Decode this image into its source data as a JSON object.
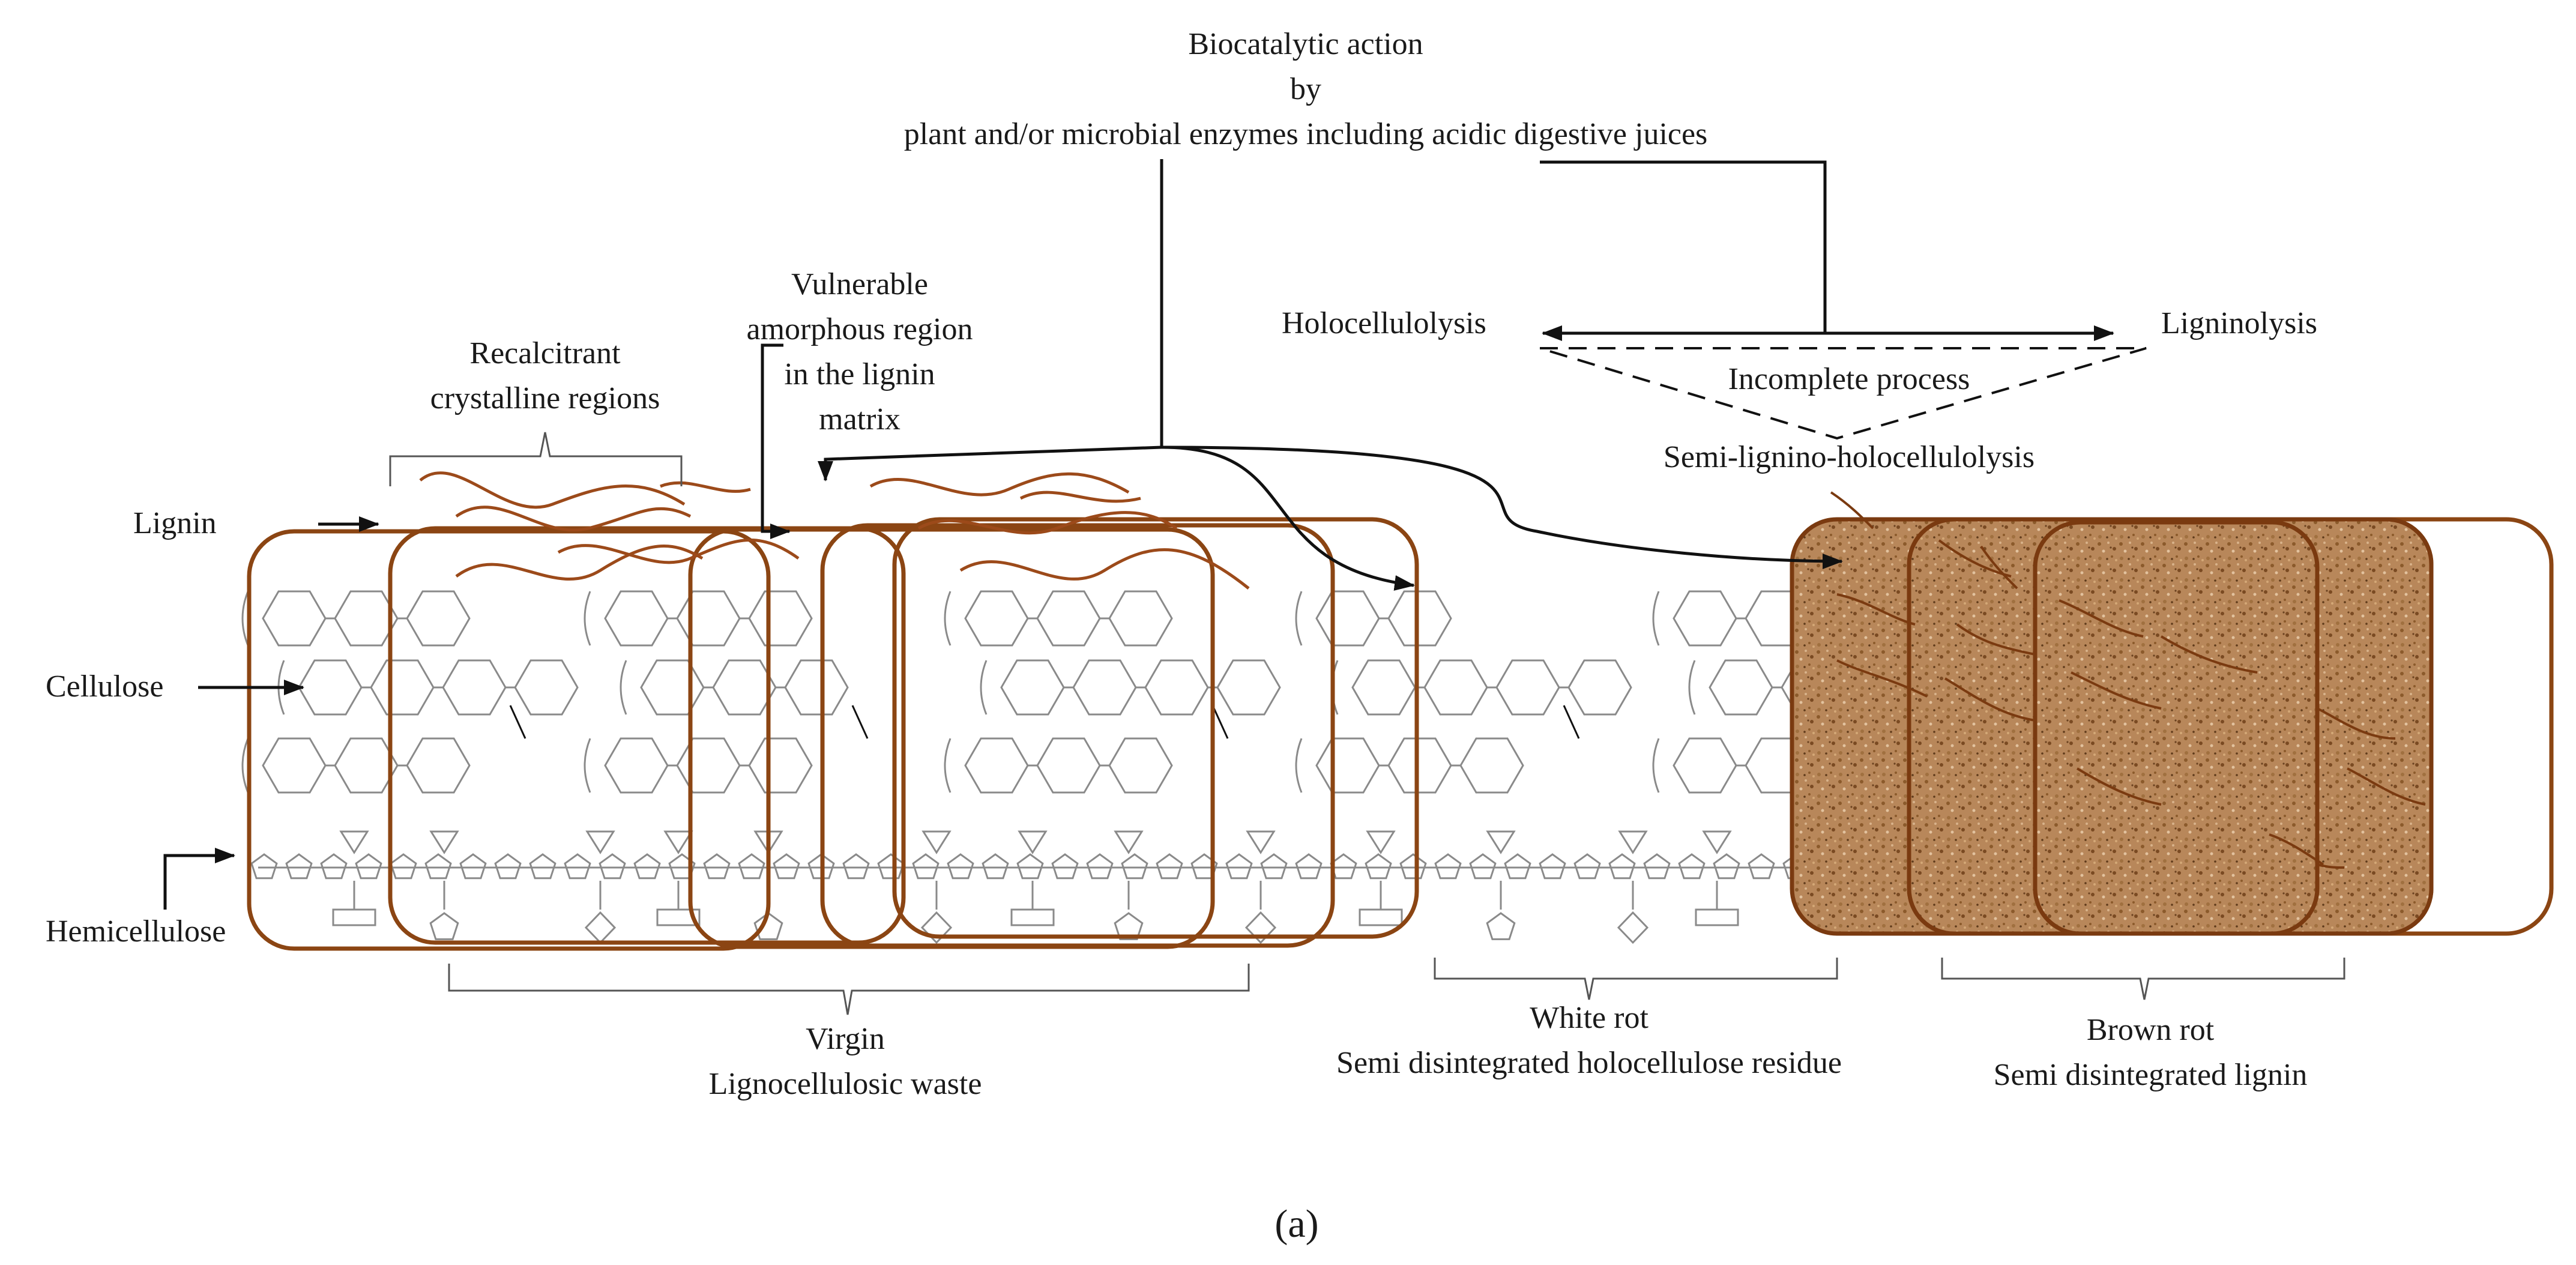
{
  "labels": {
    "biocatalytic_line1": "Biocatalytic action",
    "biocatalytic_line2": "by",
    "biocatalytic_line3": "plant and/or microbial enzymes including acidic digestive juices",
    "holocellulolysis": "Holocellulolysis",
    "ligninolysis": "Ligninolysis",
    "incomplete_process": "Incomplete process",
    "semi_lignino": "Semi-lignino-holocellulolysis",
    "vulnerable_line1": "Vulnerable",
    "vulnerable_line2": "amorphous region",
    "vulnerable_line3": "in the lignin",
    "vulnerable_line4": "matrix",
    "recalcitrant_line1": "Recalcitrant",
    "recalcitrant_line2": "crystalline regions",
    "lignin": "Lignin",
    "cellulose": "Cellulose",
    "hemicellulose": "Hemicellulose",
    "virgin_line1": "Virgin",
    "virgin_line2": "Lignocellulosic waste",
    "white_rot_line1": "White rot",
    "white_rot_line2": "Semi disintegrated holocellulose residue",
    "brown_rot_line1": "Brown rot",
    "brown_rot_line2": "Semi disintegrated lignin",
    "panel_caption": "(a)"
  },
  "colors": {
    "lignin_frame": "#8B4513",
    "lignin_wave": "#9C4A1A",
    "brown_rot_fill": "#B8875A",
    "molecule_stroke": "#8a8a8a",
    "text": "#1a1a1a"
  },
  "icons": {
    "pointer_arrow": "arrow-right-icon",
    "double_arrow": "double-headed-arrow-icon"
  }
}
